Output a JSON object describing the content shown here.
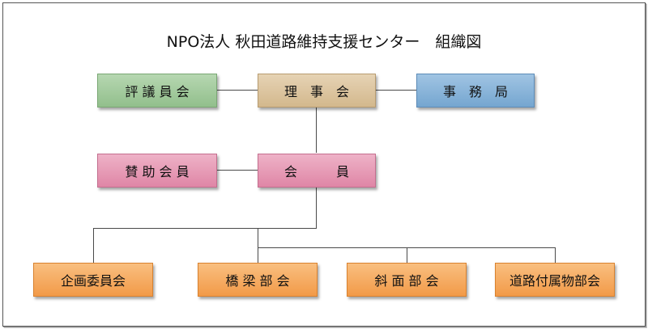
{
  "title": "NPO法人 秋田道路維持支援センター　組織図",
  "nodes": {
    "hyogiinkai": "評 議 員 会",
    "rijikai": "理　事　会",
    "jimukyoku": "事　務　局",
    "sanjo": "賛 助 会 員",
    "kaiin": "会　　　員",
    "kikaku": "企画委員会",
    "kyoryo": "橋 梁 部 会",
    "shamen": "斜 面 部 会",
    "doro": "道路付属物部会"
  },
  "colors": {
    "green": "#9fc99a",
    "tan": "#dcc39c",
    "blue": "#85b1d6",
    "pink": "#e597b3",
    "orange": "#f5a85a"
  }
}
